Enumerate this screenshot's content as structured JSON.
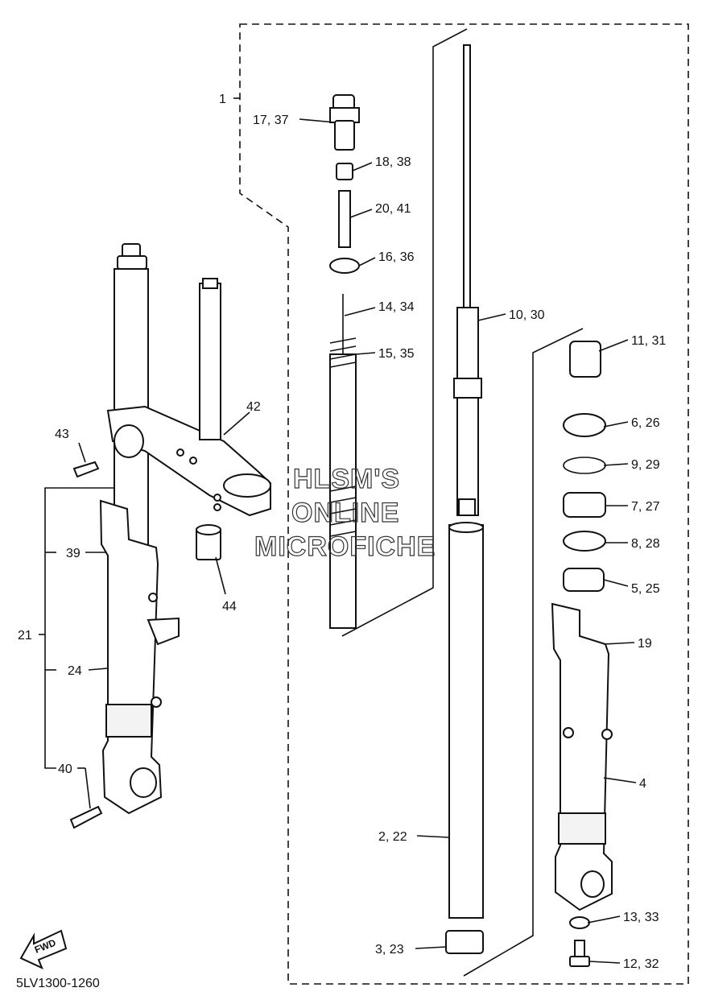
{
  "callouts": {
    "c1": "1",
    "c17_37": "17, 37",
    "c18_38": "18, 38",
    "c20_41": "20, 41",
    "c16_36": "16, 36",
    "c14_34": "14, 34",
    "c15_35": "15, 35",
    "c10_30": "10, 30",
    "c11_31": "11, 31",
    "c6_26": "6, 26",
    "c9_29": "9, 29",
    "c7_27": "7, 27",
    "c8_28": "8, 28",
    "c5_25": "5, 25",
    "c19": "19",
    "c4": "4",
    "c2_22": "2, 22",
    "c3_23": "3, 23",
    "c13_33": "13, 33",
    "c12_32": "12, 32",
    "c42": "42",
    "c43": "43",
    "c44": "44",
    "c39": "39",
    "c21": "21",
    "c24": "24",
    "c40": "40"
  },
  "watermark": {
    "line1": "HLSM'S",
    "line2": "ONLINE",
    "line3": "MICROFICHE"
  },
  "fwd_label": "FWD",
  "diagram_code": "5LV1300-1260"
}
